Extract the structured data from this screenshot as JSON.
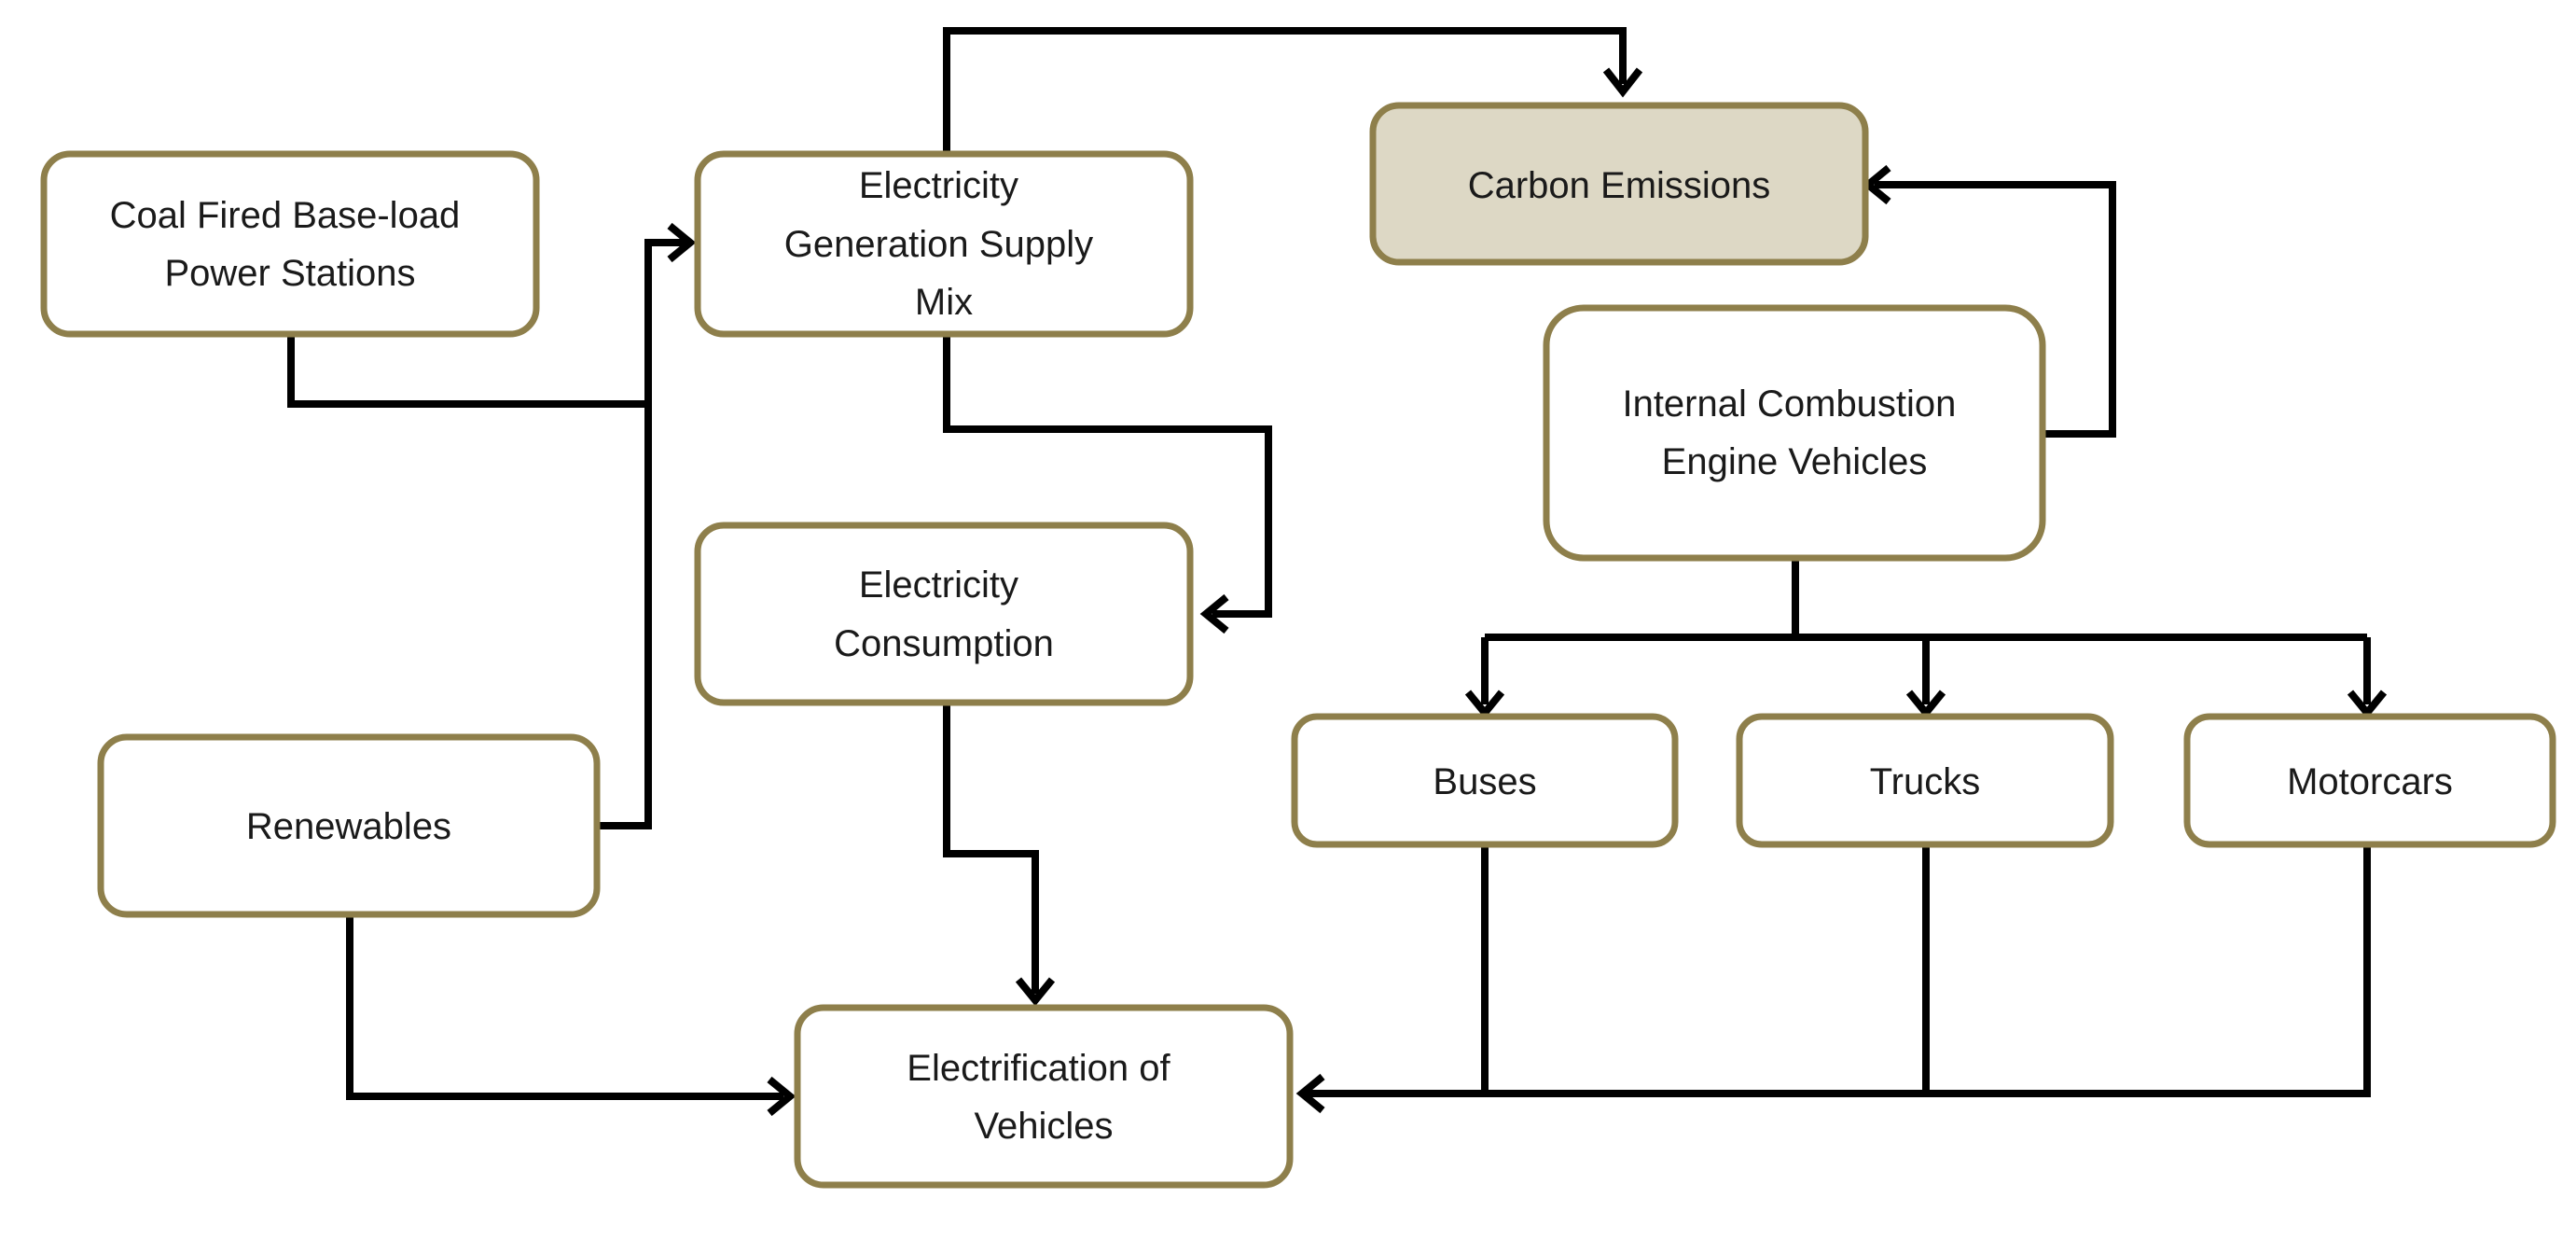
{
  "diagram": {
    "nodes": {
      "coal": {
        "lines": [
          "Coal Fired Base-load",
          "Power Stations"
        ]
      },
      "supply_mix": {
        "lines": [
          "Electricity",
          "Generation Supply",
          "Mix"
        ]
      },
      "carbon": {
        "lines": [
          "Carbon Emissions"
        ]
      },
      "ice_vehicles": {
        "lines": [
          "Internal Combustion",
          "Engine Vehicles"
        ]
      },
      "consumption": {
        "lines": [
          "Electricity",
          "Consumption"
        ]
      },
      "renewables": {
        "lines": [
          "Renewables"
        ]
      },
      "buses": {
        "lines": [
          "Buses"
        ]
      },
      "trucks": {
        "lines": [
          "Trucks"
        ]
      },
      "motorcars": {
        "lines": [
          "Motorcars"
        ]
      },
      "electrification": {
        "lines": [
          "Electrification of",
          "Vehicles"
        ]
      }
    },
    "edges": [
      {
        "from": "coal",
        "to": "supply_mix"
      },
      {
        "from": "renewables",
        "to": "supply_mix"
      },
      {
        "from": "supply_mix",
        "to": "carbon"
      },
      {
        "from": "supply_mix",
        "to": "consumption"
      },
      {
        "from": "ice_vehicles",
        "to": "carbon"
      },
      {
        "from": "ice_vehicles",
        "to": "buses"
      },
      {
        "from": "ice_vehicles",
        "to": "trucks"
      },
      {
        "from": "ice_vehicles",
        "to": "motorcars"
      },
      {
        "from": "consumption",
        "to": "electrification"
      },
      {
        "from": "renewables",
        "to": "electrification"
      },
      {
        "from": "buses",
        "to": "electrification"
      },
      {
        "from": "trucks",
        "to": "electrification"
      },
      {
        "from": "motorcars",
        "to": "electrification"
      }
    ],
    "colors": {
      "box_border": "#8e7f4b",
      "highlight_fill": "#ddd8c5",
      "arrow": "#000000"
    }
  }
}
